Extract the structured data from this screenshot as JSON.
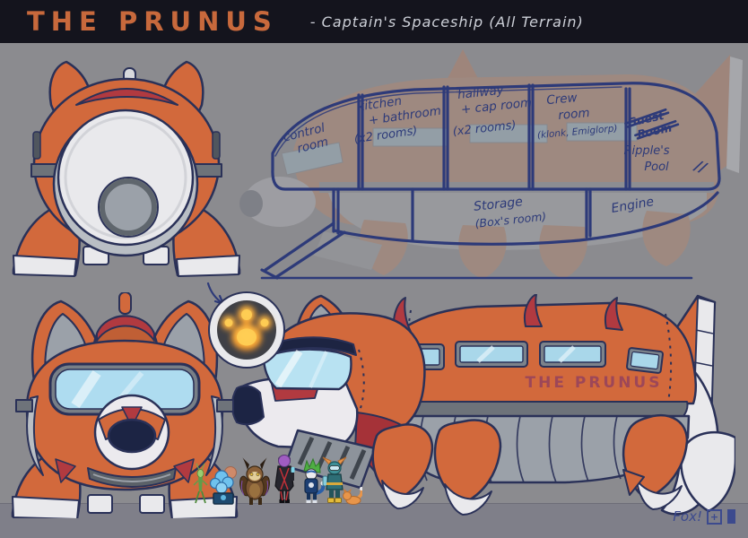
{
  "header": {
    "title": "THE PRUNUS",
    "subtitle": "- Captain's Spaceship (All Terrain)"
  },
  "interior_diagram": {
    "rooms": [
      {
        "id": "control-room",
        "lines": [
          "control",
          "room"
        ]
      },
      {
        "id": "kitchen-bathroom",
        "lines": [
          "kitchen",
          "+ bathroom",
          "(x2 rooms)"
        ]
      },
      {
        "id": "hallway-cap-room",
        "lines": [
          "hallway",
          "+ cap room",
          "(x2 rooms)"
        ]
      },
      {
        "id": "crew-room",
        "lines": [
          "Crew",
          "room",
          "(klonk, Emiglorp)"
        ]
      },
      {
        "id": "guest-room",
        "lines": [
          "Guest",
          "Room"
        ],
        "crossed_out": true
      },
      {
        "id": "ripples-pool",
        "lines": [
          "Ripple's",
          "Pool"
        ]
      },
      {
        "id": "storage",
        "lines": [
          "Storage",
          "(Box's room)"
        ]
      },
      {
        "id": "engine",
        "lines": [
          "Engine"
        ]
      }
    ],
    "break_mark": "//"
  },
  "side_view": {
    "hull_label": "THE PRUNUS"
  },
  "signature": {
    "artist": "Fox!",
    "icon_plus": "+"
  },
  "colors": {
    "background": "#8b8b8f",
    "header_bg": "#14141d",
    "title_orange": "#c8693c",
    "ship_orange": "#d2693c",
    "red_accent": "#b13a40",
    "outline_navy": "#2a3158",
    "sketch_ink": "#2d3a79",
    "window_blue": "#a9d7ea",
    "belly_gray": "#9ba1a9",
    "cream": "#e9e9ec",
    "paw_glow": "#ffb83d",
    "hull_text": "#9d4758"
  }
}
